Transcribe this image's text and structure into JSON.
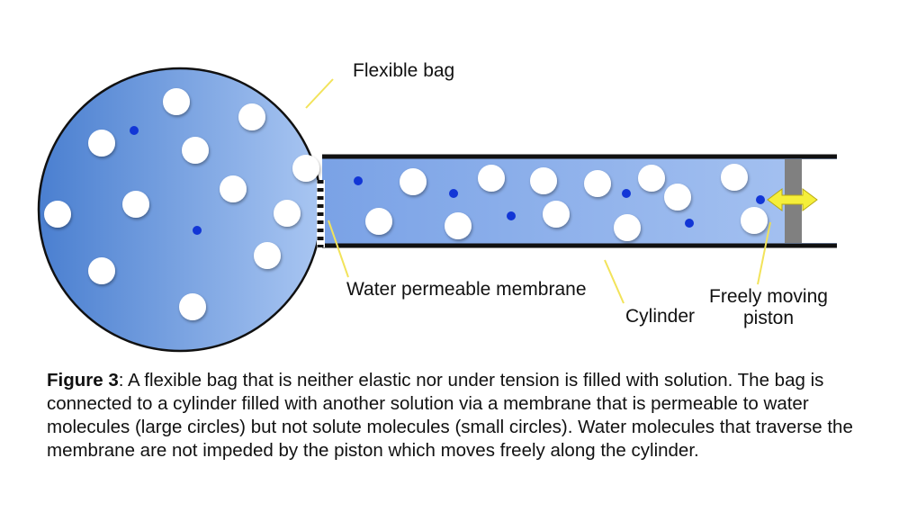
{
  "labels": {
    "flexible_bag": "Flexible bag",
    "membrane": "Water permeable membrane",
    "cylinder": "Cylinder",
    "piston_line1": "Freely moving",
    "piston_line2": "piston"
  },
  "caption": {
    "figure_label": "Figure 3",
    "text": ": A flexible bag that is neither elastic nor under tension is filled with solution. The bag is connected to a cylinder filled with another solution via a membrane that is permeable to water molecules (large circles) but not solute molecules (small circles). Water molecules that traverse the membrane are not impeded by the piston which moves freely along the cylinder."
  },
  "colors": {
    "bag_fill_dark": "#4a7fd0",
    "bag_fill_light": "#a9c6f2",
    "cylinder_fill": "#8fb3ee",
    "wall": "#111111",
    "piston": "#808080",
    "arrow": "#f5ef3a",
    "leader_line": "#f2e35a",
    "water_molecule": "#ffffff",
    "solute_molecule": "#1236d6"
  }
}
